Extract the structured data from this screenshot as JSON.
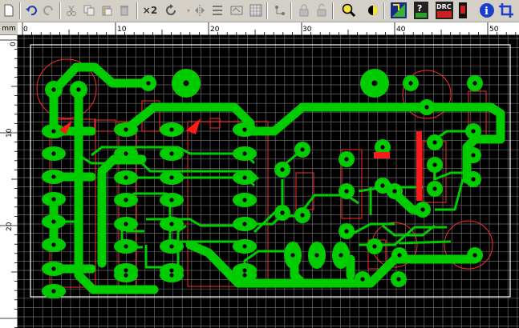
{
  "app": {
    "units_label": "mm"
  },
  "toolbar": {
    "zoom_factor_label": "×2",
    "drc_label": "DRC"
  },
  "rulers": {
    "horizontal": [
      "0",
      "10",
      "20",
      "30",
      "40",
      "50"
    ],
    "vertical": [
      "0",
      "10",
      "20"
    ]
  },
  "colors": {
    "background": "#000000",
    "grid": "#6a6a6a",
    "copper": "#00cc00",
    "silkscreen": "#ff2a2a",
    "outline": "#ffffff"
  },
  "icons": [
    "new-icon",
    "open-icon",
    "save-icon",
    "undo-icon",
    "redo-icon",
    "cut-icon",
    "copy-icon",
    "paste-icon",
    "delete-icon",
    "rotate-icon",
    "mirror-icon",
    "align-icon",
    "group-icon",
    "lock-icon",
    "zoom-icon",
    "view-icon",
    "component-library-icon",
    "drc-icon",
    "properties-icon",
    "info-icon",
    "crop-icon"
  ]
}
